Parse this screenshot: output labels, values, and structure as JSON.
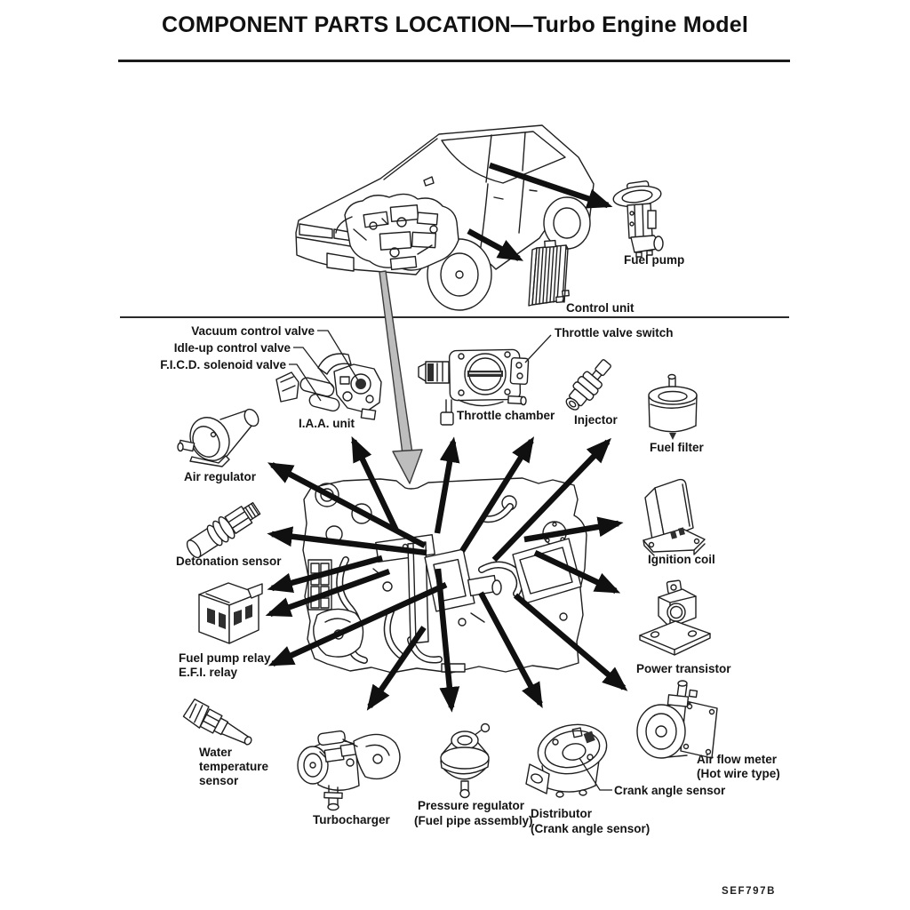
{
  "page": {
    "title": "COMPONENT PARTS LOCATION—Turbo Engine Model",
    "figure_code": "SEF797B"
  },
  "labels": {
    "fuel_pump": "Fuel pump",
    "control_unit": "Control unit",
    "vacuum_control_valve": "Vacuum control valve",
    "idle_up_control_valve": "Idle-up control valve",
    "ficd_solenoid_valve": "F.I.C.D. solenoid valve",
    "iaa_unit": "I.A.A. unit",
    "throttle_valve_switch": "Throttle valve switch",
    "throttle_chamber": "Throttle chamber",
    "injector": "Injector",
    "fuel_filter": "Fuel filter",
    "air_regulator": "Air regulator",
    "detonation_sensor": "Detonation sensor",
    "ignition_coil": "Ignition coil",
    "fuel_pump_relay": [
      "Fuel pump relay",
      "E.F.I. relay"
    ],
    "power_transistor": "Power transistor",
    "water_temperature_sensor": [
      "Water",
      "temperature",
      "sensor"
    ],
    "air_flow_meter": [
      "Air flow meter",
      "(Hot wire type)"
    ],
    "turbocharger": "Turbocharger",
    "pressure_regulator": [
      "Pressure regulator",
      "(Fuel pipe assembly)"
    ],
    "distributor": [
      "Distributor",
      "(Crank angle sensor)"
    ],
    "crank_angle_sensor": "Crank angle sensor"
  }
}
